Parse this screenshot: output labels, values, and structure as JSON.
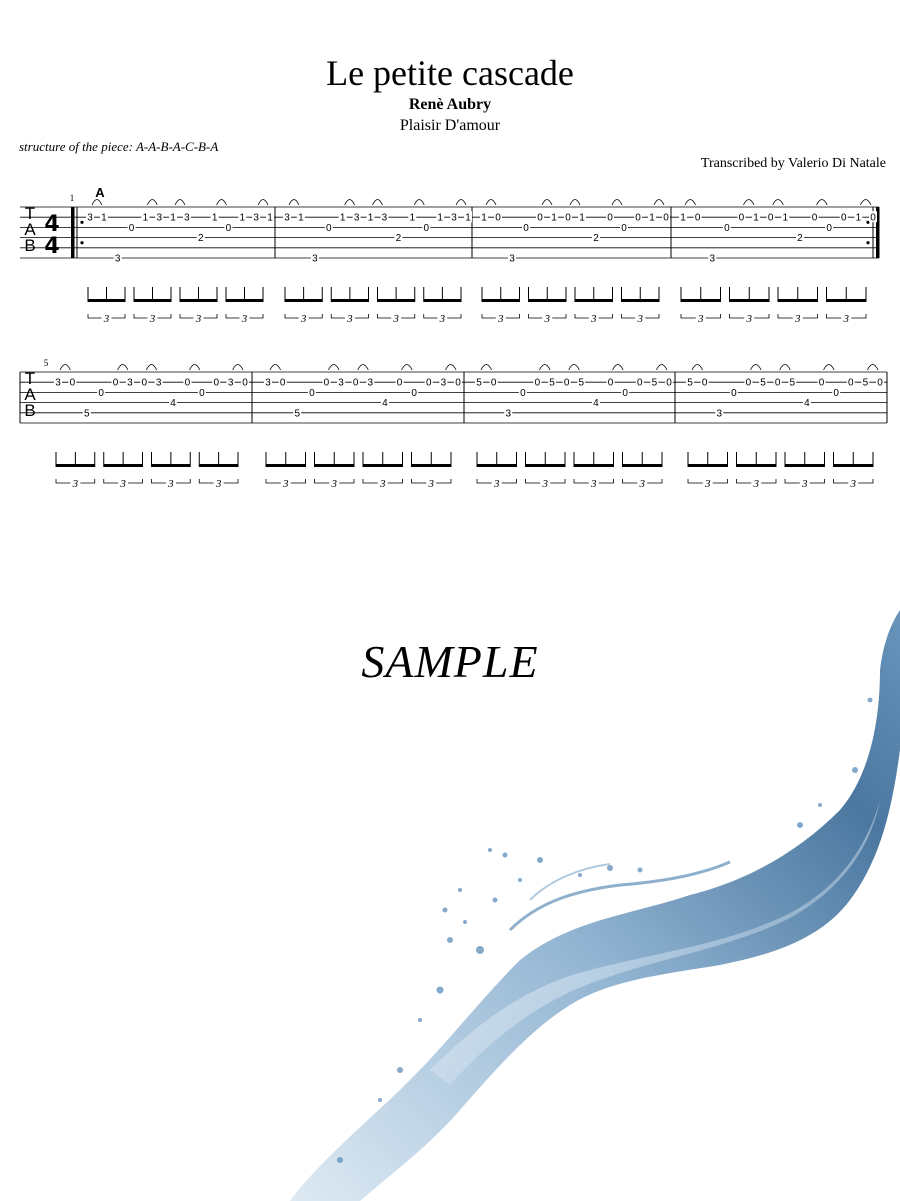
{
  "header": {
    "title": "Le petite cascade",
    "composer": "Renè Aubry",
    "subtitle": "Plaisir D'amour",
    "structure": "structure of the piece: A-A-B-A-C-B-A",
    "transcriber": "Transcribed by Valerio Di Natale"
  },
  "tab": {
    "clef": [
      "T",
      "A",
      "B"
    ],
    "time_signature": [
      "4",
      "4"
    ],
    "rehearsal_mark": "A",
    "tuplet_label": "3",
    "systems": [
      {
        "number": "1",
        "measures": [
          [
            {
              "s": 2,
              "f": "3"
            },
            {
              "s": 2,
              "f": "1"
            },
            {
              "s": 6,
              "f": "3"
            },
            {
              "s": 3,
              "f": "0"
            },
            {
              "s": 2,
              "f": "1"
            },
            {
              "s": 2,
              "f": "3"
            },
            {
              "s": 2,
              "f": "1"
            },
            {
              "s": 2,
              "f": "3"
            },
            {
              "s": 4,
              "f": "2"
            },
            {
              "s": 2,
              "f": "1"
            },
            {
              "s": 3,
              "f": "0"
            },
            {
              "s": 2,
              "f": "1"
            },
            {
              "s": 2,
              "f": "3"
            },
            {
              "s": 2,
              "f": "1"
            }
          ],
          [
            {
              "s": 2,
              "f": "3"
            },
            {
              "s": 2,
              "f": "1"
            },
            {
              "s": 6,
              "f": "3"
            },
            {
              "s": 3,
              "f": "0"
            },
            {
              "s": 2,
              "f": "1"
            },
            {
              "s": 2,
              "f": "3"
            },
            {
              "s": 2,
              "f": "1"
            },
            {
              "s": 2,
              "f": "3"
            },
            {
              "s": 4,
              "f": "2"
            },
            {
              "s": 2,
              "f": "1"
            },
            {
              "s": 3,
              "f": "0"
            },
            {
              "s": 2,
              "f": "1"
            },
            {
              "s": 2,
              "f": "3"
            },
            {
              "s": 2,
              "f": "1"
            }
          ],
          [
            {
              "s": 2,
              "f": "1"
            },
            {
              "s": 2,
              "f": "0"
            },
            {
              "s": 6,
              "f": "3"
            },
            {
              "s": 3,
              "f": "0"
            },
            {
              "s": 2,
              "f": "0"
            },
            {
              "s": 2,
              "f": "1"
            },
            {
              "s": 2,
              "f": "0"
            },
            {
              "s": 2,
              "f": "1"
            },
            {
              "s": 4,
              "f": "2"
            },
            {
              "s": 2,
              "f": "0"
            },
            {
              "s": 3,
              "f": "0"
            },
            {
              "s": 2,
              "f": "0"
            },
            {
              "s": 2,
              "f": "1"
            },
            {
              "s": 2,
              "f": "0"
            }
          ],
          [
            {
              "s": 2,
              "f": "1"
            },
            {
              "s": 2,
              "f": "0"
            },
            {
              "s": 6,
              "f": "3"
            },
            {
              "s": 3,
              "f": "0"
            },
            {
              "s": 2,
              "f": "0"
            },
            {
              "s": 2,
              "f": "1"
            },
            {
              "s": 2,
              "f": "0"
            },
            {
              "s": 2,
              "f": "1"
            },
            {
              "s": 4,
              "f": "2"
            },
            {
              "s": 2,
              "f": "0"
            },
            {
              "s": 3,
              "f": "0"
            },
            {
              "s": 2,
              "f": "0"
            },
            {
              "s": 2,
              "f": "1"
            },
            {
              "s": 2,
              "f": "0"
            }
          ]
        ]
      },
      {
        "number": "5",
        "measures": [
          [
            {
              "s": 2,
              "f": "3"
            },
            {
              "s": 2,
              "f": "0"
            },
            {
              "s": 5,
              "f": "5"
            },
            {
              "s": 3,
              "f": "0"
            },
            {
              "s": 2,
              "f": "0"
            },
            {
              "s": 2,
              "f": "3"
            },
            {
              "s": 2,
              "f": "0"
            },
            {
              "s": 2,
              "f": "3"
            },
            {
              "s": 4,
              "f": "4"
            },
            {
              "s": 2,
              "f": "0"
            },
            {
              "s": 3,
              "f": "0"
            },
            {
              "s": 2,
              "f": "0"
            },
            {
              "s": 2,
              "f": "3"
            },
            {
              "s": 2,
              "f": "0"
            }
          ],
          [
            {
              "s": 2,
              "f": "3"
            },
            {
              "s": 2,
              "f": "0"
            },
            {
              "s": 5,
              "f": "5"
            },
            {
              "s": 3,
              "f": "0"
            },
            {
              "s": 2,
              "f": "0"
            },
            {
              "s": 2,
              "f": "3"
            },
            {
              "s": 2,
              "f": "0"
            },
            {
              "s": 2,
              "f": "3"
            },
            {
              "s": 4,
              "f": "4"
            },
            {
              "s": 2,
              "f": "0"
            },
            {
              "s": 3,
              "f": "0"
            },
            {
              "s": 2,
              "f": "0"
            },
            {
              "s": 2,
              "f": "3"
            },
            {
              "s": 2,
              "f": "0"
            }
          ],
          [
            {
              "s": 2,
              "f": "5"
            },
            {
              "s": 2,
              "f": "0"
            },
            {
              "s": 5,
              "f": "3"
            },
            {
              "s": 3,
              "f": "0"
            },
            {
              "s": 2,
              "f": "0"
            },
            {
              "s": 2,
              "f": "5"
            },
            {
              "s": 2,
              "f": "0"
            },
            {
              "s": 2,
              "f": "5"
            },
            {
              "s": 4,
              "f": "4"
            },
            {
              "s": 2,
              "f": "0"
            },
            {
              "s": 3,
              "f": "0"
            },
            {
              "s": 2,
              "f": "0"
            },
            {
              "s": 2,
              "f": "5"
            },
            {
              "s": 2,
              "f": "0"
            }
          ],
          [
            {
              "s": 2,
              "f": "5"
            },
            {
              "s": 2,
              "f": "0"
            },
            {
              "s": 5,
              "f": "3"
            },
            {
              "s": 3,
              "f": "0"
            },
            {
              "s": 2,
              "f": "0"
            },
            {
              "s": 2,
              "f": "5"
            },
            {
              "s": 2,
              "f": "0"
            },
            {
              "s": 2,
              "f": "5"
            },
            {
              "s": 4,
              "f": "4"
            },
            {
              "s": 2,
              "f": "0"
            },
            {
              "s": 3,
              "f": "0"
            },
            {
              "s": 2,
              "f": "0"
            },
            {
              "s": 2,
              "f": "5"
            },
            {
              "s": 2,
              "f": "0"
            }
          ]
        ]
      }
    ]
  },
  "watermark": "SAMPLE",
  "colors": {
    "ink": "#000000",
    "water_light": "#c9dcea",
    "water_mid": "#6f9cc2",
    "water_dark": "#1f4d7a"
  }
}
